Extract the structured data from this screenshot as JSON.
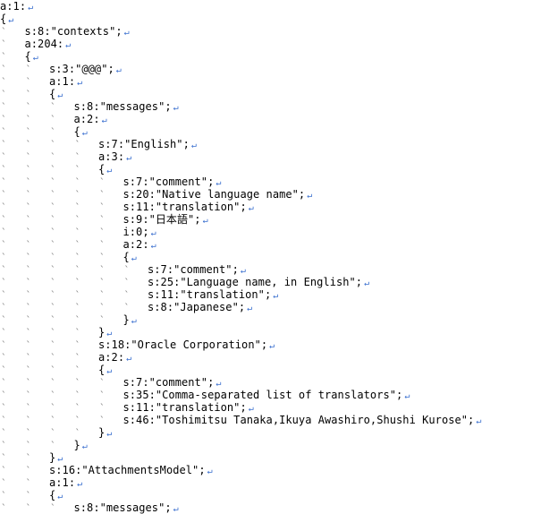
{
  "editor": {
    "eol_glyph": "↵",
    "guide_glyph": "`",
    "lines": [
      {
        "indent": 0,
        "text": "a:1:"
      },
      {
        "indent": 0,
        "text": "{"
      },
      {
        "indent": 1,
        "text": "s:8:\"contexts\";"
      },
      {
        "indent": 1,
        "text": "a:204:"
      },
      {
        "indent": 1,
        "text": "{"
      },
      {
        "indent": 2,
        "text": "s:3:\"@@@\";"
      },
      {
        "indent": 2,
        "text": "a:1:"
      },
      {
        "indent": 2,
        "text": "{"
      },
      {
        "indent": 3,
        "text": "s:8:\"messages\";"
      },
      {
        "indent": 3,
        "text": "a:2:"
      },
      {
        "indent": 3,
        "text": "{"
      },
      {
        "indent": 4,
        "text": "s:7:\"English\";"
      },
      {
        "indent": 4,
        "text": "a:3:"
      },
      {
        "indent": 4,
        "text": "{"
      },
      {
        "indent": 5,
        "text": "s:7:\"comment\";"
      },
      {
        "indent": 5,
        "text": "s:20:\"Native language name\";"
      },
      {
        "indent": 5,
        "text": "s:11:\"translation\";"
      },
      {
        "indent": 5,
        "text": "s:9:\"日本語\";"
      },
      {
        "indent": 5,
        "text": "i:0;"
      },
      {
        "indent": 5,
        "text": "a:2:"
      },
      {
        "indent": 5,
        "text": "{"
      },
      {
        "indent": 6,
        "text": "s:7:\"comment\";"
      },
      {
        "indent": 6,
        "text": "s:25:\"Language name, in English\";"
      },
      {
        "indent": 6,
        "text": "s:11:\"translation\";"
      },
      {
        "indent": 6,
        "text": "s:8:\"Japanese\";"
      },
      {
        "indent": 5,
        "text": "}"
      },
      {
        "indent": 4,
        "text": "}"
      },
      {
        "indent": 4,
        "text": "s:18:\"Oracle Corporation\";"
      },
      {
        "indent": 4,
        "text": "a:2:"
      },
      {
        "indent": 4,
        "text": "{"
      },
      {
        "indent": 5,
        "text": "s:7:\"comment\";"
      },
      {
        "indent": 5,
        "text": "s:35:\"Comma-separated list of translators\";"
      },
      {
        "indent": 5,
        "text": "s:11:\"translation\";"
      },
      {
        "indent": 5,
        "text": "s:46:\"Toshimitsu Tanaka,Ikuya Awashiro,Shushi Kurose\";"
      },
      {
        "indent": 4,
        "text": "}"
      },
      {
        "indent": 3,
        "text": "}"
      },
      {
        "indent": 2,
        "text": "}"
      },
      {
        "indent": 2,
        "text": "s:16:\"AttachmentsModel\";"
      },
      {
        "indent": 2,
        "text": "a:1:"
      },
      {
        "indent": 2,
        "text": "{"
      },
      {
        "indent": 3,
        "text": "s:8:\"messages\";"
      }
    ]
  }
}
